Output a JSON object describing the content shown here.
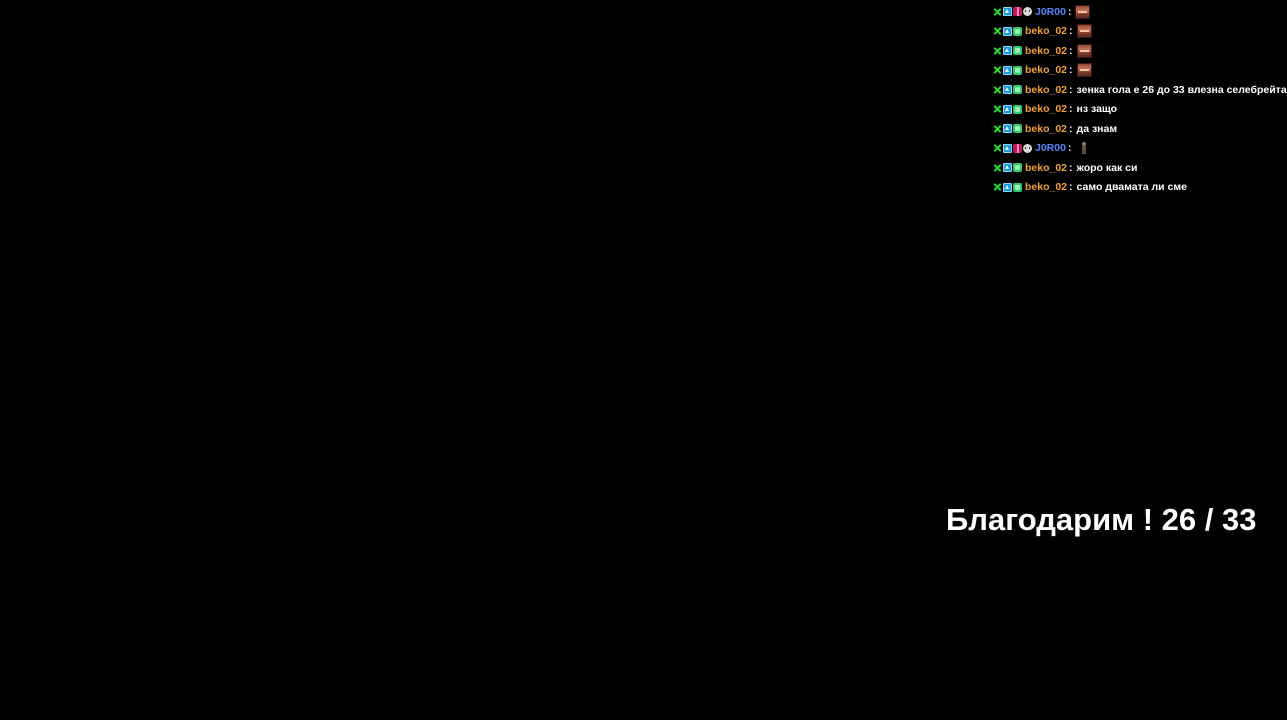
{
  "chat": {
    "messages": [
      {
        "user": "J0R00",
        "color": "#4f86f7",
        "badges": [
          "sword-icon",
          "vip-icon",
          "gift-icon",
          "skull-icon"
        ],
        "sep": ":",
        "text": "",
        "emote": "box-emote"
      },
      {
        "user": "beko_02",
        "color": "#f0a030",
        "badges": [
          "sword-icon",
          "vip-icon",
          "gem-icon"
        ],
        "sep": ":",
        "text": "",
        "emote": "box-emote"
      },
      {
        "user": "beko_02",
        "color": "#f0a030",
        "badges": [
          "sword-icon",
          "vip-icon",
          "gem-icon"
        ],
        "sep": ":",
        "text": "",
        "emote": "box-emote"
      },
      {
        "user": "beko_02",
        "color": "#f0a030",
        "badges": [
          "sword-icon",
          "vip-icon",
          "gem-icon"
        ],
        "sep": ":",
        "text": "",
        "emote": "box-emote"
      },
      {
        "user": "beko_02",
        "color": "#f0a030",
        "badges": [
          "sword-icon",
          "vip-icon",
          "gem-icon"
        ],
        "sep": ":",
        "text": "зенка гола е 26 до 33 влезна селебрейта",
        "emote": ""
      },
      {
        "user": "beko_02",
        "color": "#f0a030",
        "badges": [
          "sword-icon",
          "vip-icon",
          "gem-icon"
        ],
        "sep": ":",
        "text": "нз защо",
        "emote": ""
      },
      {
        "user": "beko_02",
        "color": "#f0a030",
        "badges": [
          "sword-icon",
          "vip-icon",
          "gem-icon"
        ],
        "sep": ":",
        "text": "да знам",
        "emote": ""
      },
      {
        "user": "J0R00",
        "color": "#4f86f7",
        "badges": [
          "sword-icon",
          "vip-icon",
          "gift-icon",
          "skull-icon"
        ],
        "sep": ":",
        "text": "",
        "emote": "figure-emote"
      },
      {
        "user": "beko_02",
        "color": "#f0a030",
        "badges": [
          "sword-icon",
          "vip-icon",
          "gem-icon"
        ],
        "sep": ":",
        "text": "жоро как си",
        "emote": ""
      },
      {
        "user": "beko_02",
        "color": "#f0a030",
        "badges": [
          "sword-icon",
          "vip-icon",
          "gem-icon"
        ],
        "sep": ":",
        "text": "само двамата ли сме",
        "emote": ""
      }
    ]
  },
  "overlay": {
    "thanks_text": "Благодарим ! 26 / 33"
  },
  "colors": {
    "background": "#000000",
    "text": "#ffffff"
  }
}
